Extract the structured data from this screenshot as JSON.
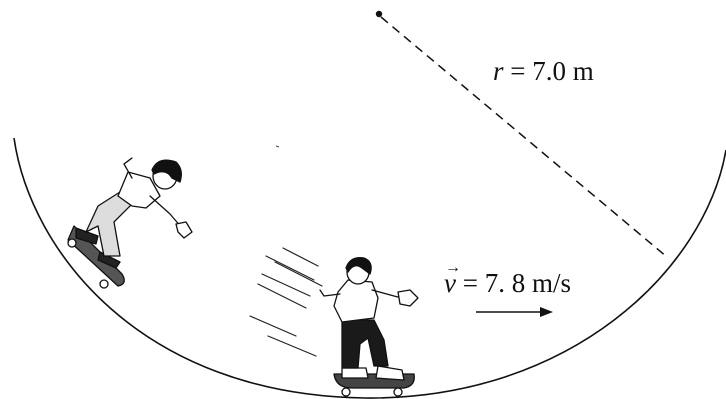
{
  "radius": {
    "symbol": "r",
    "equals": " = ",
    "value": "7.0",
    "unit": " m"
  },
  "velocity": {
    "symbol": "v",
    "vector_arrow": "→",
    "equals": " = ",
    "value": "7. 8",
    "unit": " m/s"
  },
  "icons": [
    "half-pipe-curve",
    "center-point",
    "radius-dashed-line",
    "skateboarder-upper",
    "skateboarder-lower",
    "motion-lines",
    "velocity-direction-arrow"
  ],
  "colors": {
    "ink": "#111111",
    "background": "#ffffff"
  }
}
